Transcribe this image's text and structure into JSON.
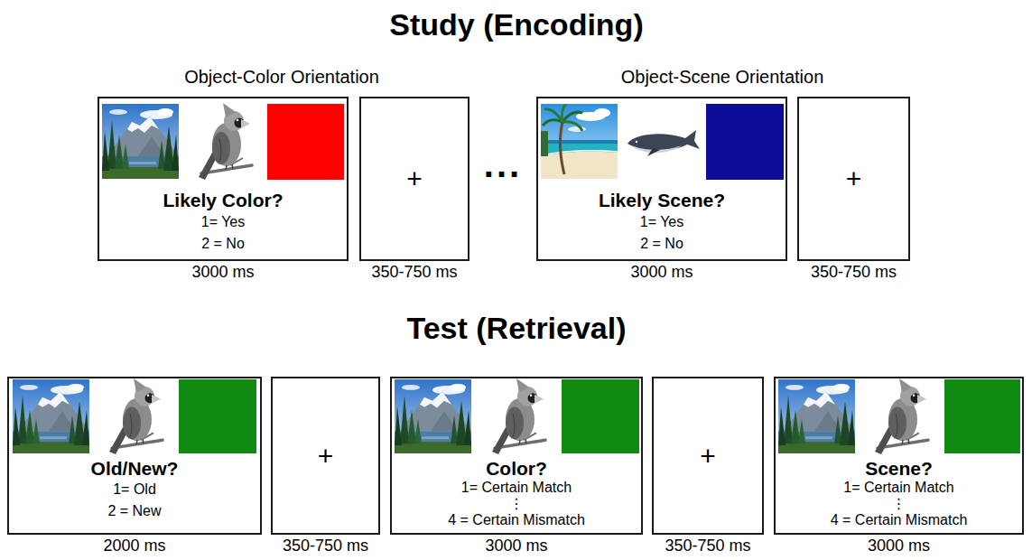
{
  "diagram": {
    "nodes": [
      {
        "text": [
          "Likely Color?",
          "1= Yes",
          "2 = No",
          "3000 ms"
        ]
      },
      {
        "text": [
          "+",
          "350-750 ms"
        ]
      },
      {
        "text": [
          "Likely Scene?",
          "1= Yes",
          "2 = No",
          "3000 ms"
        ]
      },
      {
        "text": [
          "+",
          "350-750 ms"
        ]
      },
      {
        "text": [
          "Old/New?",
          "1= Old",
          "2 = New",
          "2000 ms"
        ]
      },
      {
        "text": [
          "+",
          "350-750 ms"
        ]
      },
      {
        "text": [
          "Color?",
          "1= Certain Match",
          "⋮",
          "4 = Certain Mismatch",
          "3000 ms"
        ]
      },
      {
        "text": [
          "+",
          "350-750 ms"
        ]
      },
      {
        "text": [
          "Scene?",
          "1= Certain Match",
          "⋮",
          "4 = Certain Mismatch",
          "3000 ms"
        ]
      }
    ],
    "labels": [
      "Study (Encoding)",
      "Object-Color Orientation",
      "Object-Scene Orientation",
      "...",
      "Test (Retrieval)"
    ]
  }
}
